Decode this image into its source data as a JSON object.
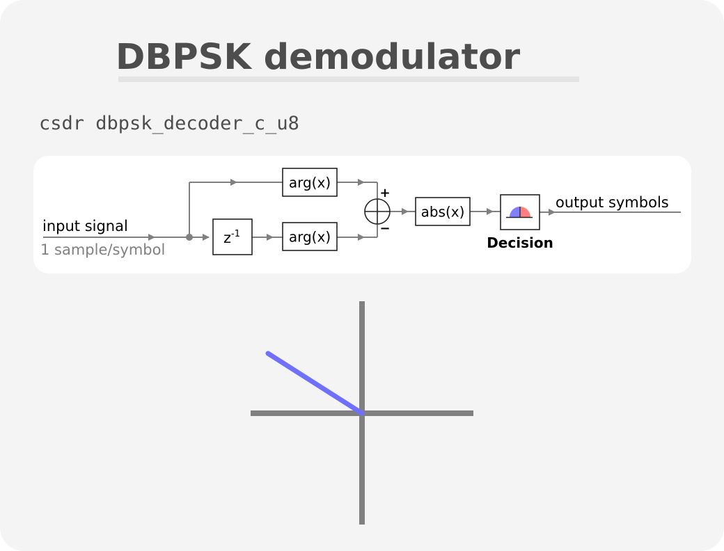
{
  "header": {
    "title": "DBPSK demodulator",
    "command": "csdr dbpsk_decoder_c_u8"
  },
  "diagram": {
    "input_label": "input signal",
    "input_rate_label": "1 sample/symbol",
    "delay_block_label": "z",
    "delay_block_exponent": "-1",
    "arg_top_label": "arg(x)",
    "arg_bottom_label": "arg(x)",
    "plus_sign": "+",
    "minus_sign": "−",
    "abs_block_label": "abs(x)",
    "decision_label": "Decision",
    "output_label": "output symbols"
  },
  "colors": {
    "background": "#f4f4f4",
    "panel": "#ffffff",
    "wire": "#808080",
    "phasor": "#7070ff",
    "decision_left": "#8080ff",
    "decision_right": "#ff8080"
  }
}
